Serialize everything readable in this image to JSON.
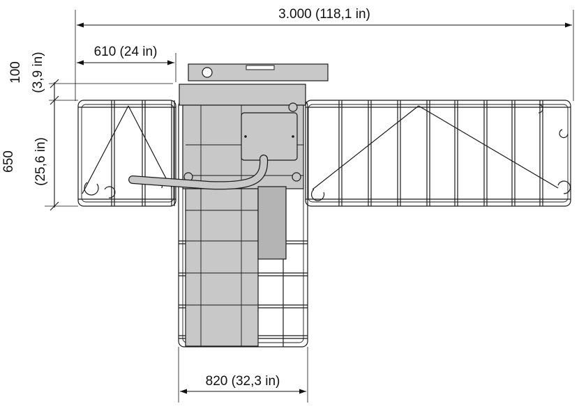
{
  "dimensions": {
    "total_width": "3.000 (118,1 in)",
    "side_width": "610 (24 in)",
    "top_offset_mm": "100",
    "top_offset_in": "(3,9 in)",
    "depth_mm": "650",
    "depth_in": "(25,6 in)",
    "center_width": "820 (32,3 in)"
  },
  "colors": {
    "housing": "#c8c8c8",
    "lines": "#1a1a1a"
  }
}
